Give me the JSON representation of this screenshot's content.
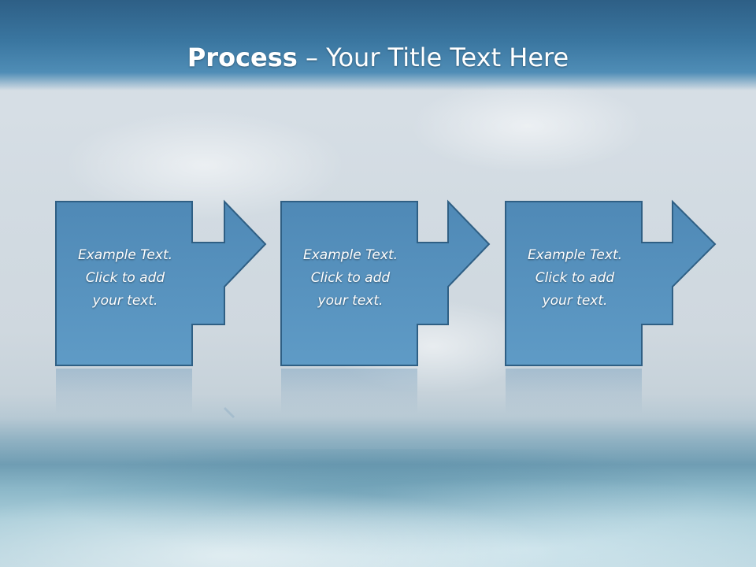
{
  "title": {
    "bold": "Process",
    "rest": " – Your Title Text Here"
  },
  "steps": [
    {
      "line1": "Example Text.",
      "line2": "Click  to add",
      "line3": "your text."
    },
    {
      "line1": "Example Text.",
      "line2": "Click  to add",
      "line3": "your text."
    },
    {
      "line1": "Example Text.",
      "line2": "Click  to add",
      "line3": "your text."
    }
  ],
  "colors": {
    "box_fill": "#5a93c0",
    "box_stroke": "#2f5f84",
    "title_bar": "#3a76a0",
    "text": "#ffffff"
  }
}
